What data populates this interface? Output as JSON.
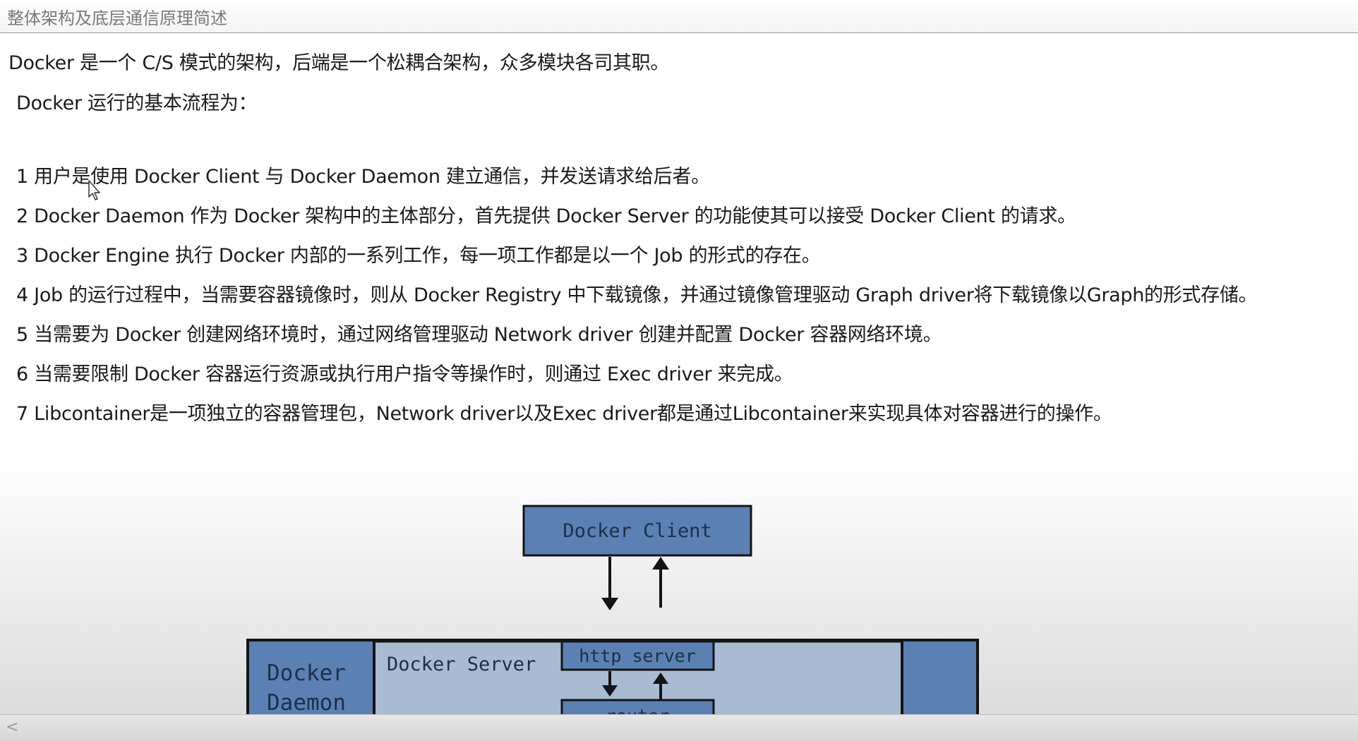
{
  "window": {
    "title": "整体架构及底层通信原理简述"
  },
  "document": {
    "intro": "Docker 是一个 C/S 模式的架构，后端是一个松耦合架构，众多模块各司其职。",
    "flow_heading": "Docker 运行的基本流程为：",
    "steps": [
      "1 用户是使用 Docker Client 与 Docker Daemon 建立通信，并发送请求给后者。",
      "2 Docker Daemon 作为 Docker 架构中的主体部分，首先提供 Docker Server 的功能使其可以接受 Docker Client 的请求。",
      "3 Docker Engine 执行 Docker 内部的一系列工作，每一项工作都是以一个 Job 的形式的存在。",
      "4 Job 的运行过程中，当需要容器镜像时，则从 Docker Registry 中下载镜像，并通过镜像管理驱动 Graph driver将下载镜像以Graph的形式存储。",
      "5 当需要为 Docker 创建网络环境时，通过网络管理驱动 Network driver 创建并配置 Docker 容器网络环境。",
      "6 当需要限制 Docker 容器运行资源或执行用户指令等操作时，则通过 Exec driver 来完成。",
      "7 Libcontainer是一项独立的容器管理包，Network driver以及Exec driver都是通过Libcontainer来实现具体对容器进行的操作。"
    ]
  },
  "diagram": {
    "client_label": "Docker Client",
    "daemon_label_line1": "Docker",
    "daemon_label_line2": "Daemon",
    "server_label": "Docker Server",
    "http_server_label": "http server",
    "router_label": "router"
  },
  "colors": {
    "box_fill": "#5b80b4",
    "box_text": "#1e2f48",
    "server_fill": "#a9bad3",
    "border": "#141414"
  },
  "scrollbar": {
    "left_arrow_icon": "chevron-left-icon"
  }
}
